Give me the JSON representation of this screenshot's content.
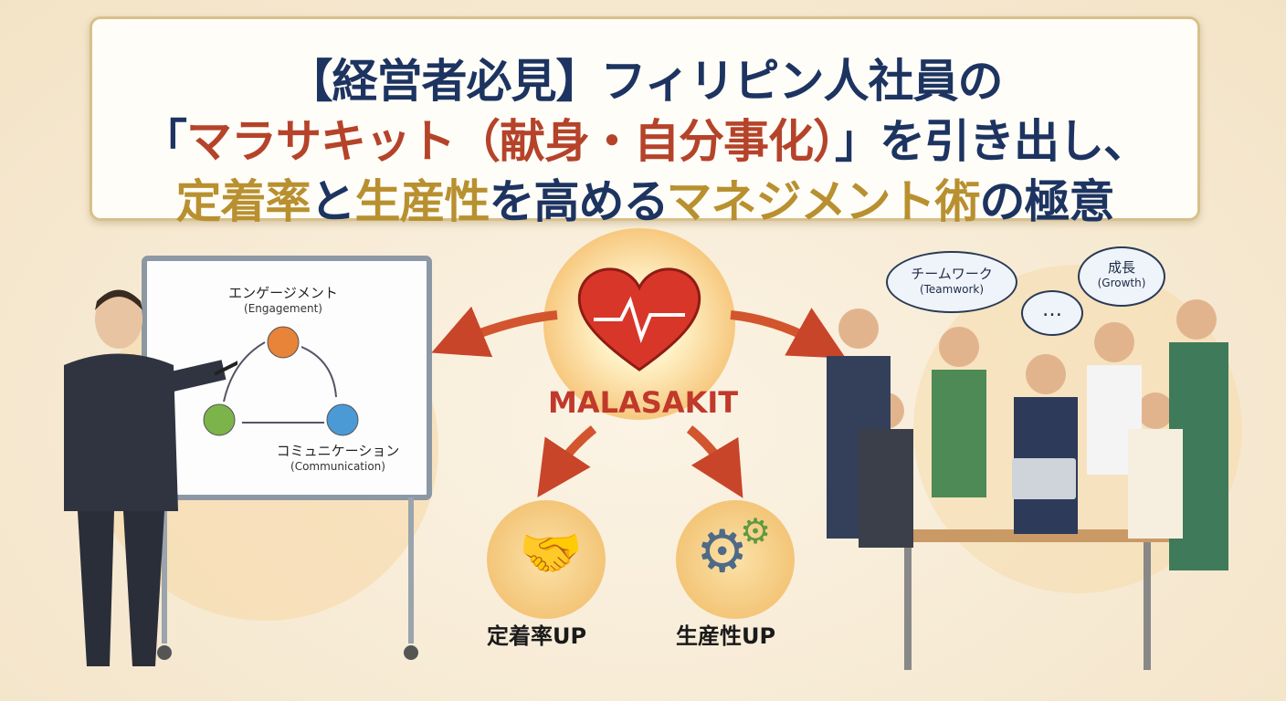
{
  "title": {
    "line1": [
      {
        "text": "【経営者必見】フィリピン人社員の",
        "color": "navy"
      }
    ],
    "line2": [
      {
        "text": "「",
        "color": "navy"
      },
      {
        "text": "マラサキット（献身・自分事化）",
        "color": "red"
      },
      {
        "text": "」を引き出し、",
        "color": "navy"
      }
    ],
    "line3": [
      {
        "text": "定着率",
        "color": "gold"
      },
      {
        "text": "と",
        "color": "navy"
      },
      {
        "text": "生産性",
        "color": "gold"
      },
      {
        "text": "を高める",
        "color": "navy"
      },
      {
        "text": "マネジメント術",
        "color": "gold"
      },
      {
        "text": "の極意",
        "color": "navy"
      }
    ]
  },
  "whiteboard": {
    "engagement_jp": "エンゲージメント",
    "engagement_en": "(Engagement)",
    "communication_jp": "コミュニケーション",
    "communication_en": "(Communication)"
  },
  "center": {
    "heart_label": "MALASAKIT",
    "retention_label": "定着率UP",
    "productivity_label": "生産性UP"
  },
  "bubbles": {
    "teamwork_jp": "チームワーク",
    "teamwork_en": "(Teamwork)",
    "growth_jp": "成長",
    "growth_en": "(Growth)",
    "ellipsis": "…"
  },
  "colors": {
    "navy": "#1d3461",
    "red": "#b5432a",
    "gold": "#b8902f"
  }
}
